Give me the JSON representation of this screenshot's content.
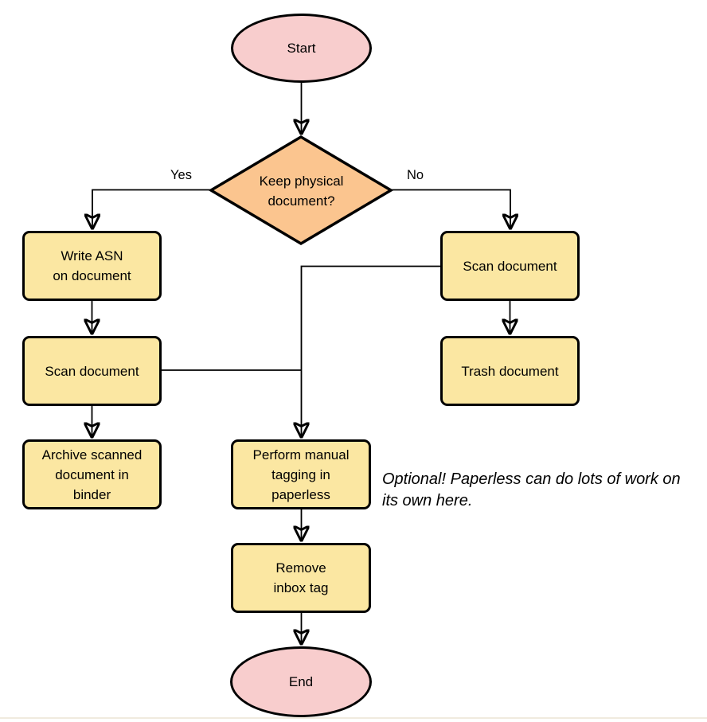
{
  "diagram": {
    "type": "flowchart",
    "colors": {
      "terminal_fill": "#f8cdcd",
      "decision_fill": "#fbc58f",
      "process_fill": "#fbe7a2",
      "stroke": "#000000",
      "background": "#ffffff"
    },
    "nodes": {
      "start": {
        "shape": "ellipse",
        "label": "Start"
      },
      "decision": {
        "shape": "diamond",
        "label": "Keep physical\ndocument?"
      },
      "write_asn": {
        "shape": "process",
        "label": "Write ASN\non document"
      },
      "scan_left": {
        "shape": "process",
        "label": "Scan document"
      },
      "archive": {
        "shape": "process",
        "label": "Archive scanned\ndocument in\nbinder"
      },
      "scan_right": {
        "shape": "process",
        "label": "Scan document"
      },
      "trash": {
        "shape": "process",
        "label": "Trash document"
      },
      "tagging": {
        "shape": "process",
        "label": "Perform manual\ntagging in\npaperless"
      },
      "remove_inbox": {
        "shape": "process",
        "label": "Remove\ninbox tag"
      },
      "end": {
        "shape": "ellipse",
        "label": "End"
      }
    },
    "edge_labels": {
      "yes": "Yes",
      "no": "No"
    },
    "note": {
      "text": "Optional! Paperless can do lots of work on\nits own here."
    }
  }
}
